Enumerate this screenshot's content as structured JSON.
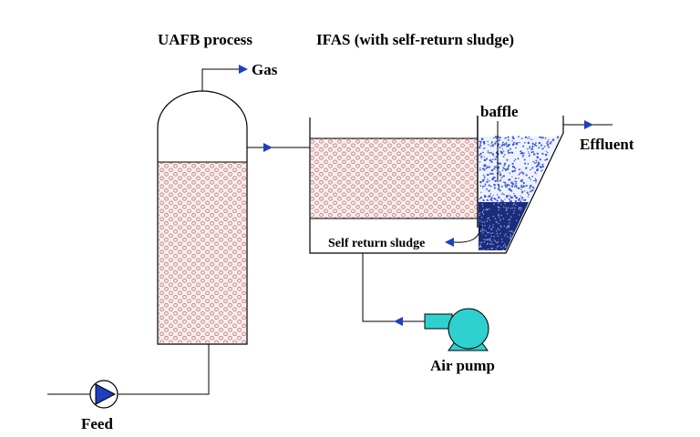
{
  "labels": {
    "uafb": "UAFB process",
    "ifas": "IFAS (with self-return sludge)",
    "gas": "Gas",
    "baffle": "baffle",
    "effluent": "Effluent",
    "self_return": "Self return sludge",
    "air_pump": "Air pump",
    "feed": "Feed"
  },
  "colors": {
    "arrow": "#1f3fbf",
    "pump_body": "#2fd0d0",
    "carrier_ring": "#d08080",
    "carrier_bg": "#f6eeee",
    "sludge_dark": "#1c2c78",
    "sludge_dot": "#3a5ad8",
    "feed_pump_fill": "#1f3fbf"
  }
}
